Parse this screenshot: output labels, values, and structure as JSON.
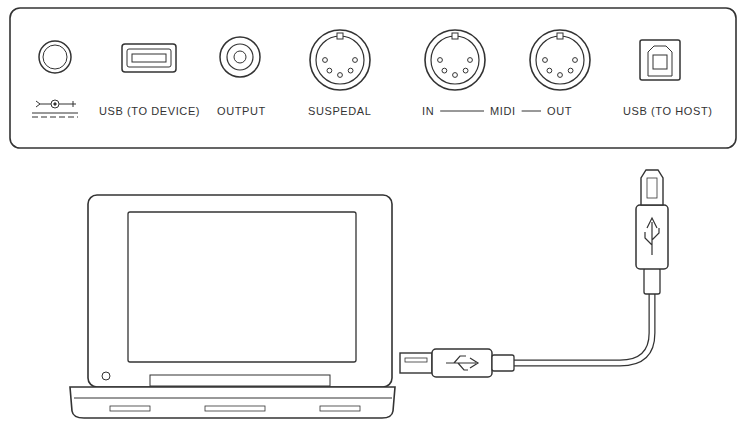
{
  "diagram": {
    "labels": [
      "USB (TO DEVICE)",
      "OUTPUT",
      "SUSPEDAL",
      "IN",
      "MIDI",
      "OUT",
      "USB (TO HOST)"
    ]
  }
}
